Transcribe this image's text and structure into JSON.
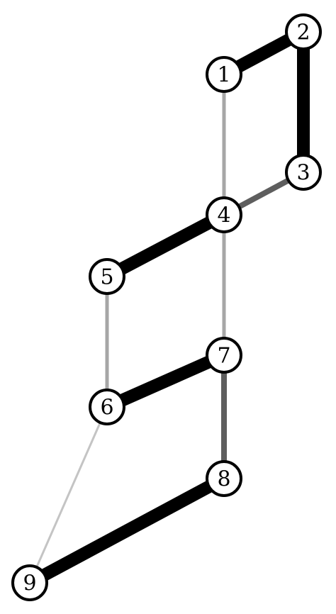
{
  "graph": {
    "nodes": [
      {
        "id": "1",
        "label": "1"
      },
      {
        "id": "2",
        "label": "2"
      },
      {
        "id": "3",
        "label": "3"
      },
      {
        "id": "4",
        "label": "4"
      },
      {
        "id": "5",
        "label": "5"
      },
      {
        "id": "6",
        "label": "6"
      },
      {
        "id": "7",
        "label": "7"
      },
      {
        "id": "8",
        "label": "8"
      },
      {
        "id": "9",
        "label": "9"
      }
    ],
    "edges": [
      {
        "source": "1",
        "target": "2",
        "weight": "heavy",
        "color": "#000000"
      },
      {
        "source": "2",
        "target": "3",
        "weight": "heavy",
        "color": "#000000"
      },
      {
        "source": "1",
        "target": "4",
        "weight": "light",
        "color": "#a6a6a6"
      },
      {
        "source": "3",
        "target": "4",
        "weight": "medium",
        "color": "#5e5e5e"
      },
      {
        "source": "4",
        "target": "5",
        "weight": "heavy",
        "color": "#000000"
      },
      {
        "source": "4",
        "target": "7",
        "weight": "light",
        "color": "#a6a6a6"
      },
      {
        "source": "5",
        "target": "6",
        "weight": "light",
        "color": "#a6a6a6"
      },
      {
        "source": "6",
        "target": "7",
        "weight": "heavy",
        "color": "#000000"
      },
      {
        "source": "7",
        "target": "8",
        "weight": "medium",
        "color": "#5e5e5e"
      },
      {
        "source": "6",
        "target": "9",
        "weight": "faint",
        "color": "#c4c4c4"
      },
      {
        "source": "8",
        "target": "9",
        "weight": "heavy",
        "color": "#000000"
      }
    ]
  }
}
